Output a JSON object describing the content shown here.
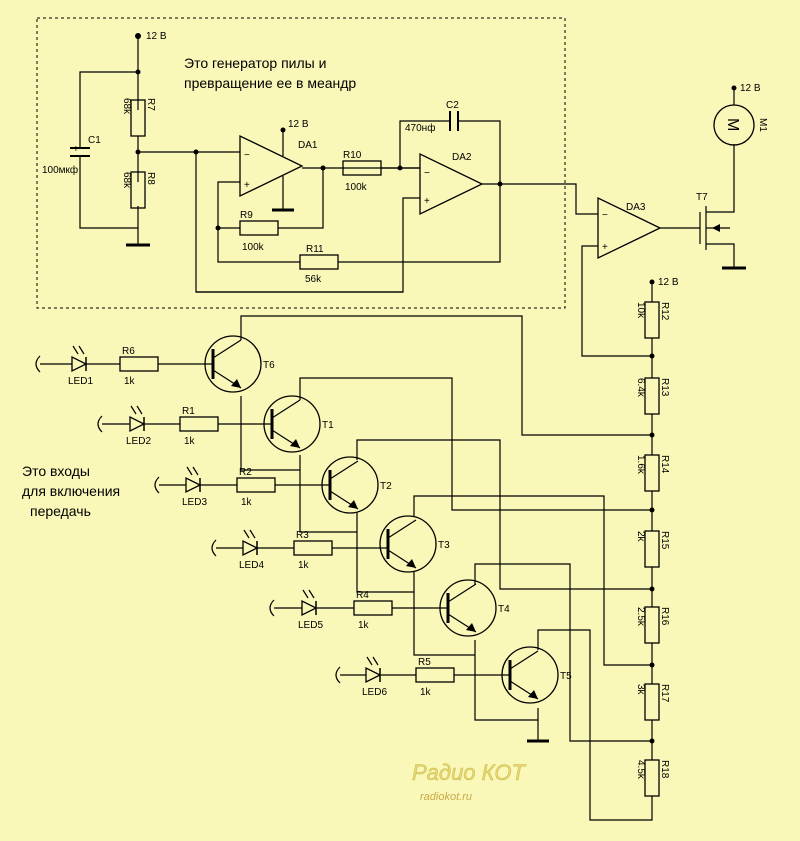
{
  "notes": {
    "generator": [
      "Это генератор пилы и",
      "превращение ее в меандр"
    ],
    "inputs": [
      "Это входы",
      "для включения",
      "передачь"
    ]
  },
  "supply": "12 В",
  "components": {
    "C1": {
      "name": "C1",
      "value": "100мкф"
    },
    "C2": {
      "name": "C2",
      "value": "470нф"
    },
    "R7": {
      "name": "R7",
      "value": "68k"
    },
    "R8": {
      "name": "R8",
      "value": "68k"
    },
    "R9": {
      "name": "R9",
      "value": "100k"
    },
    "R10": {
      "name": "R10",
      "value": "100k"
    },
    "R11": {
      "name": "R11",
      "value": "56k"
    },
    "DA1": "DA1",
    "DA2": "DA2",
    "DA3": "DA3",
    "T7": "T7",
    "M1": "M1",
    "M": "M",
    "R12": {
      "name": "R12",
      "value": "10k"
    },
    "R13": {
      "name": "R13",
      "value": "6.4k"
    },
    "R14": {
      "name": "R14",
      "value": "1.6k"
    },
    "R15": {
      "name": "R15",
      "value": "2k"
    },
    "R16": {
      "name": "R16",
      "value": "2.5k"
    },
    "R17": {
      "name": "R17",
      "value": "3k"
    },
    "R18": {
      "name": "R18",
      "value": "4.5k"
    }
  },
  "stages": [
    {
      "led": "LED1",
      "r": "R6",
      "rv": "1k",
      "t": "T6"
    },
    {
      "led": "LED2",
      "r": "R1",
      "rv": "1k",
      "t": "T1"
    },
    {
      "led": "LED3",
      "r": "R2",
      "rv": "1k",
      "t": "T2"
    },
    {
      "led": "LED4",
      "r": "R3",
      "rv": "1k",
      "t": "T3"
    },
    {
      "led": "LED5",
      "r": "R4",
      "rv": "1k",
      "t": "T4"
    },
    {
      "led": "LED6",
      "r": "R5",
      "rv": "1k",
      "t": "T5"
    }
  ],
  "pins": {
    "minus": "−",
    "plus": "+"
  },
  "watermark": {
    "logo": "Радио КОТ",
    "site": "radiokot.ru"
  }
}
